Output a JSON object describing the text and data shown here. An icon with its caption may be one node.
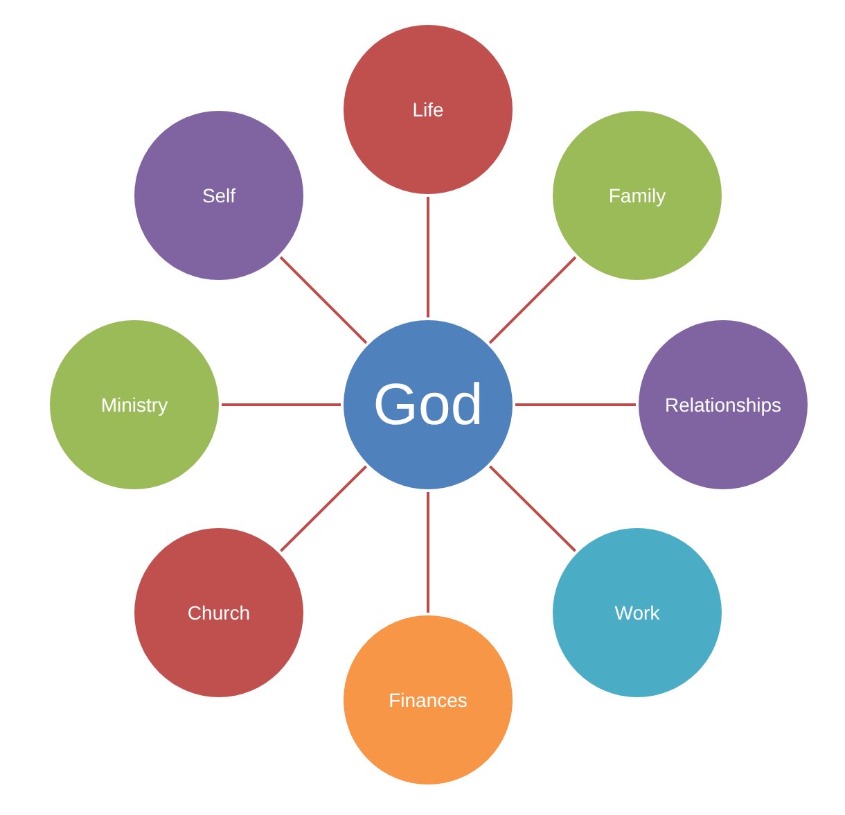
{
  "diagram": {
    "nodes": [
      {
        "text": [
          "God"
        ]
      },
      {
        "text": [
          "Life"
        ]
      },
      {
        "text": [
          "Family"
        ]
      },
      {
        "text": [
          "Relationships"
        ]
      },
      {
        "text": [
          "Work"
        ]
      },
      {
        "text": [
          "Finances"
        ]
      },
      {
        "text": [
          "Church"
        ]
      },
      {
        "text": [
          "Ministry"
        ]
      },
      {
        "text": [
          "Self"
        ]
      }
    ],
    "edges": [
      {
        "from": 0,
        "to": 1,
        "arrow": "none"
      },
      {
        "from": 0,
        "to": 2,
        "arrow": "none"
      },
      {
        "from": 0,
        "to": 3,
        "arrow": "none"
      },
      {
        "from": 0,
        "to": 4,
        "arrow": "none"
      },
      {
        "from": 0,
        "to": 5,
        "arrow": "none"
      },
      {
        "from": 0,
        "to": 6,
        "arrow": "none"
      },
      {
        "from": 0,
        "to": 7,
        "arrow": "none"
      },
      {
        "from": 0,
        "to": 8,
        "arrow": "none"
      }
    ]
  }
}
